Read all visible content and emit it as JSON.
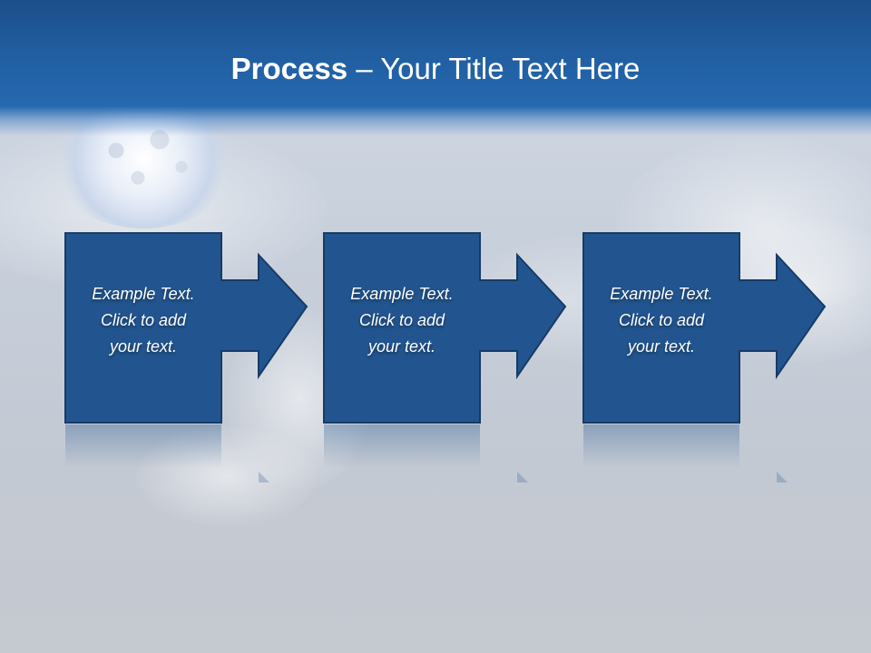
{
  "slide": {
    "title_bold": "Process",
    "title_rest": " – Your Title Text Here"
  },
  "steps": [
    {
      "line1": "Example Text.",
      "line2": "Click  to add",
      "line3": "your text."
    },
    {
      "line1": "Example Text.",
      "line2": "Click  to add",
      "line3": "your text."
    },
    {
      "line1": "Example Text.",
      "line2": "Click  to add",
      "line3": "your text."
    }
  ],
  "colors": {
    "header": "#215ea1",
    "box_fill": "#22558f",
    "box_stroke": "#1a3f6e",
    "text": "#ffffff"
  }
}
